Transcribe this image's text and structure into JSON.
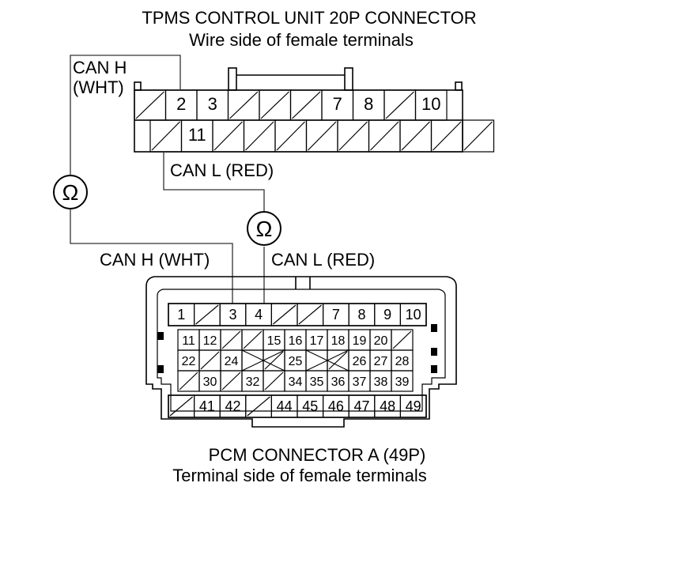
{
  "tpms": {
    "title": "TPMS CONTROL UNIT 20P CONNECTOR",
    "subtitle": "Wire side of female terminals",
    "row1": [
      "",
      "2",
      "3",
      "",
      "",
      "",
      "7",
      "8",
      "",
      "10"
    ],
    "row2": [
      "",
      "11",
      "",
      "",
      "",
      "",
      "",
      "",
      "",
      "",
      ""
    ]
  },
  "wires": {
    "can_h_top": "CAN H",
    "can_h_top_color": "(WHT)",
    "can_l_top": "CAN L (RED)",
    "can_h_bottom": "CAN H (WHT)",
    "can_l_bottom": "CAN L (RED)",
    "ohm_symbol": "Ω"
  },
  "pcm": {
    "title": "PCM CONNECTOR A (49P)",
    "subtitle": "Terminal side of female terminals",
    "row1": [
      "1",
      "",
      "3",
      "4",
      "",
      "",
      "7",
      "8",
      "9",
      "10"
    ],
    "row2": [
      "11",
      "12",
      "",
      "",
      "15",
      "16",
      "17",
      "18",
      "19",
      "20",
      ""
    ],
    "row3": [
      "22",
      "",
      "24",
      "X",
      "",
      "25",
      "X",
      "",
      "26",
      "27",
      "28"
    ],
    "row4": [
      "",
      "30",
      "",
      "32",
      "",
      "34",
      "35",
      "36",
      "37",
      "38",
      "39"
    ],
    "row5": [
      "",
      "41",
      "42",
      "",
      "44",
      "45",
      "46",
      "47",
      "48",
      "49"
    ]
  },
  "colors": {
    "line": "#000000",
    "wire": "#333333"
  }
}
